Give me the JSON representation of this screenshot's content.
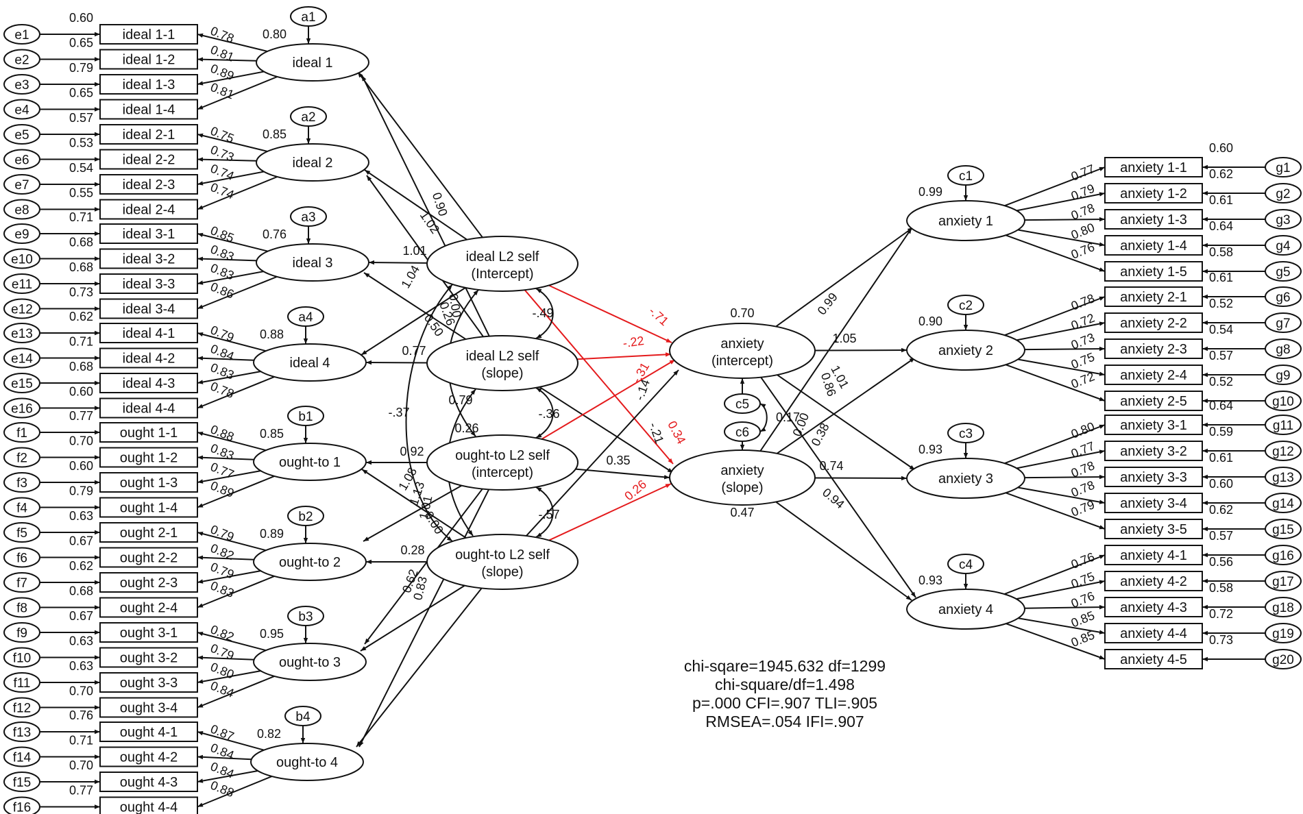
{
  "ideal": [
    {
      "name": "ideal 1",
      "err": "a1",
      "r2": "0.80",
      "items": [
        {
          "label": "ideal 1-1",
          "err": "e1",
          "r2": "0.60",
          "load": "0.78"
        },
        {
          "label": "ideal 1-2",
          "err": "e2",
          "r2": "0.65",
          "load": "0.81"
        },
        {
          "label": "ideal 1-3",
          "err": "e3",
          "r2": "0.79",
          "load": "0.89"
        },
        {
          "label": "ideal 1-4",
          "err": "e4",
          "r2": "0.65",
          "load": "0.81"
        }
      ]
    },
    {
      "name": "ideal 2",
      "err": "a2",
      "r2": "0.85",
      "items": [
        {
          "label": "ideal 2-1",
          "err": "e5",
          "r2": "0.57",
          "load": "0.75"
        },
        {
          "label": "ideal 2-2",
          "err": "e6",
          "r2": "0.53",
          "load": "0.73"
        },
        {
          "label": "ideal 2-3",
          "err": "e7",
          "r2": "0.54",
          "load": "0.74"
        },
        {
          "label": "ideal 2-4",
          "err": "e8",
          "r2": "0.55",
          "load": "0.74"
        }
      ]
    },
    {
      "name": "ideal 3",
      "err": "a3",
      "r2": "0.76",
      "items": [
        {
          "label": "ideal 3-1",
          "err": "e9",
          "r2": "0.71",
          "load": "0.85"
        },
        {
          "label": "ideal 3-2",
          "err": "e10",
          "r2": "0.68",
          "load": "0.83"
        },
        {
          "label": "ideal 3-3",
          "err": "e11",
          "r2": "0.68",
          "load": "0.83"
        },
        {
          "label": "ideal 3-4",
          "err": "e12",
          "r2": "0.73",
          "load": "0.86"
        }
      ]
    },
    {
      "name": "ideal 4",
      "err": "a4",
      "r2": "0.88",
      "items": [
        {
          "label": "ideal 4-1",
          "err": "e13",
          "r2": "0.62",
          "load": "0.79"
        },
        {
          "label": "ideal 4-2",
          "err": "e14",
          "r2": "0.71",
          "load": "0.84"
        },
        {
          "label": "ideal 4-3",
          "err": "e15",
          "r2": "0.68",
          "load": "0.83"
        },
        {
          "label": "ideal 4-4",
          "err": "e16",
          "r2": "0.60",
          "load": "0.78"
        }
      ]
    }
  ],
  "ought": [
    {
      "name": "ought-to 1",
      "err": "b1",
      "r2": "0.85",
      "items": [
        {
          "label": "ought 1-1",
          "err": "f1",
          "r2": "0.77",
          "load": "0.88"
        },
        {
          "label": "ought 1-2",
          "err": "f2",
          "r2": "0.70",
          "load": "0.83"
        },
        {
          "label": "ought 1-3",
          "err": "f3",
          "r2": "0.60",
          "load": "0.77"
        },
        {
          "label": "ought 1-4",
          "err": "f4",
          "r2": "0.79",
          "load": "0.89"
        }
      ]
    },
    {
      "name": "ought-to 2",
      "err": "b2",
      "r2": "0.89",
      "items": [
        {
          "label": "ought 2-1",
          "err": "f5",
          "r2": "0.63",
          "load": "0.79"
        },
        {
          "label": "ought 2-2",
          "err": "f6",
          "r2": "0.67",
          "load": "0.82"
        },
        {
          "label": "ought 2-3",
          "err": "f7",
          "r2": "0.62",
          "load": "0.79"
        },
        {
          "label": "ought 2-4",
          "err": "f8",
          "r2": "0.68",
          "load": "0.83"
        }
      ]
    },
    {
      "name": "ought-to 3",
      "err": "b3",
      "r2": "0.95",
      "items": [
        {
          "label": "ought 3-1",
          "err": "f9",
          "r2": "0.67",
          "load": "0.82"
        },
        {
          "label": "ought 3-2",
          "err": "f10",
          "r2": "0.63",
          "load": "0.79"
        },
        {
          "label": "ought 3-3",
          "err": "f11",
          "r2": "0.63",
          "load": "0.80"
        },
        {
          "label": "ought 3-4",
          "err": "f12",
          "r2": "0.70",
          "load": "0.84"
        }
      ]
    },
    {
      "name": "ought-to 4",
      "err": "b4",
      "r2": "0.82",
      "items": [
        {
          "label": "ought 4-1",
          "err": "f13",
          "r2": "0.76",
          "load": "0.87"
        },
        {
          "label": "ought 4-2",
          "err": "f14",
          "r2": "0.71",
          "load": "0.84"
        },
        {
          "label": "ought 4-3",
          "err": "f15",
          "r2": "0.70",
          "load": "0.84"
        },
        {
          "label": "ought 4-4",
          "err": "f16",
          "r2": "0.77",
          "load": "0.88"
        }
      ]
    }
  ],
  "anxiety": [
    {
      "name": "anxiety 1",
      "err": "c1",
      "r2": "0.99",
      "items": [
        {
          "label": "anxiety 1-1",
          "err": "g1",
          "r2": "0.60",
          "load": "0.77"
        },
        {
          "label": "anxiety 1-2",
          "err": "g2",
          "r2": "0.62",
          "load": "0.79"
        },
        {
          "label": "anxiety 1-3",
          "err": "g3",
          "r2": "0.61",
          "load": "0.78"
        },
        {
          "label": "anxiety 1-4",
          "err": "g4",
          "r2": "0.64",
          "load": "0.80"
        },
        {
          "label": "anxiety 1-5",
          "err": "g5",
          "r2": "0.58",
          "load": "0.76"
        }
      ]
    },
    {
      "name": "anxiety 2",
      "err": "c2",
      "r2": "0.90",
      "items": [
        {
          "label": "anxiety 2-1",
          "err": "g6",
          "r2": "0.61",
          "load": "0.78"
        },
        {
          "label": "anxiety 2-2",
          "err": "g7",
          "r2": "0.52",
          "load": "0.72"
        },
        {
          "label": "anxiety 2-3",
          "err": "g8",
          "r2": "0.54",
          "load": "0.73"
        },
        {
          "label": "anxiety 2-4",
          "err": "g9",
          "r2": "0.57",
          "load": "0.75"
        },
        {
          "label": "anxiety 2-5",
          "err": "g10",
          "r2": "0.52",
          "load": "0.72"
        }
      ]
    },
    {
      "name": "anxiety 3",
      "err": "c3",
      "r2": "0.93",
      "items": [
        {
          "label": "anxiety 3-1",
          "err": "g11",
          "r2": "0.64",
          "load": "0.80"
        },
        {
          "label": "anxiety 3-2",
          "err": "g12",
          "r2": "0.59",
          "load": "0.77"
        },
        {
          "label": "anxiety 3-3",
          "err": "g13",
          "r2": "0.61",
          "load": "0.78"
        },
        {
          "label": "anxiety 3-4",
          "err": "g14",
          "r2": "0.60",
          "load": "0.78"
        },
        {
          "label": "anxiety 3-5",
          "err": "g15",
          "r2": "0.62",
          "load": "0.79"
        }
      ]
    },
    {
      "name": "anxiety 4",
      "err": "c4",
      "r2": "0.93",
      "items": [
        {
          "label": "anxiety 4-1",
          "err": "g16",
          "r2": "0.57",
          "load": "0.76"
        },
        {
          "label": "anxiety 4-2",
          "err": "g17",
          "r2": "0.56",
          "load": "0.75"
        },
        {
          "label": "anxiety 4-3",
          "err": "g18",
          "r2": "0.58",
          "load": "0.76"
        },
        {
          "label": "anxiety 4-4",
          "err": "g19",
          "r2": "0.72",
          "load": "0.85"
        },
        {
          "label": "anxiety 4-5",
          "err": "g20",
          "r2": "0.73",
          "load": "0.85"
        }
      ]
    }
  ],
  "growth": {
    "ideal_int": [
      "ideal L2 self",
      "(Intercept)"
    ],
    "ideal_slope": [
      "ideal L2 self",
      "(slope)"
    ],
    "ought_int": [
      "ought-to L2 self",
      "(intercept)"
    ],
    "ought_slope": [
      "ought-to L2 self",
      "(slope)"
    ],
    "anx_int": [
      "anxiety",
      "(intercept)"
    ],
    "anx_slope": [
      "anxiety",
      "(slope)"
    ],
    "anx_int_r2": "0.70",
    "anx_slope_r2": "0.47",
    "c5": "c5",
    "c6": "c6",
    "c5_c6_cov": "0.17"
  },
  "growth_loadings": {
    "ii_i1": "0.90",
    "ii_i2": "1.02",
    "ii_i3": "1.01",
    "ii_i4": "1.04",
    "is_i1": "0.00",
    "is_i2": "0.26",
    "is_i3": "0.50",
    "is_i4": "0.77",
    "oi_o1": "0.92",
    "oi_o2": "1.08",
    "oi_o3": "1.13",
    "oi_o4": "1.01",
    "os_o1": "0.00",
    "os_o2": "0.28",
    "os_o3": "0.62",
    "os_o4": "0.83",
    "ai_a1": "0.99",
    "ai_a2": "1.05",
    "ai_a3": "1.01",
    "ai_a4": "0.86",
    "as_a1": "0.00",
    "as_a2": "0.38",
    "as_a3": "0.74",
    "as_a4": "0.94"
  },
  "covariances": {
    "ii_is": "-.49",
    "is_oi": "-.36",
    "oi_os": "-.57",
    "ii_oi": "0.79",
    "is_os": "0.26",
    "ii_os": "-.37"
  },
  "structural": {
    "ii_ai": "-.71",
    "ii_as": "0.34",
    "is_ai": "-.22",
    "is_as": "-.21",
    "oi_ai": "-.31",
    "oi_as": "0.35",
    "os_ai": "-.14",
    "os_as": "0.26"
  },
  "fit": [
    "chi-sqare=1945.632 df=1299",
    "chi-square/df=1.498",
    "p=.000 CFI=.907 TLI=.905",
    "RMSEA=.054 IFI=.907"
  ],
  "colors": {
    "line": "#111111",
    "significant": "#e41a1c",
    "background": "#ffffff"
  }
}
